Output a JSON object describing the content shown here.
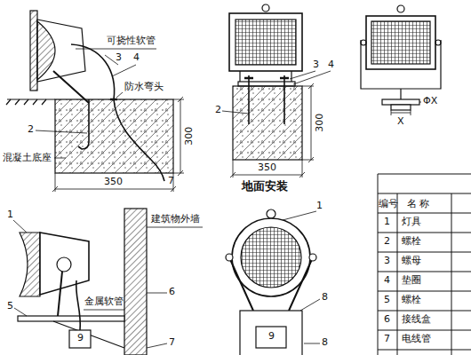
{
  "diagram": {
    "labels": [
      "可挠性软管",
      "3",
      "4",
      "防水弯头",
      "2",
      "混凝土底座",
      "300",
      "350",
      "7",
      "3",
      "4",
      "2",
      "300",
      "350",
      "地面安装",
      "ΦX",
      "X",
      "1",
      "建筑物外墙",
      "6",
      "5",
      "金属软管",
      "9",
      "7",
      "1",
      "8",
      "9",
      "8",
      "编号",
      "名 称",
      "1",
      "灯具",
      "2",
      "螺栓",
      "3",
      "螺母",
      "4",
      "垫圈",
      "5",
      "螺栓",
      "6",
      "接线盒",
      "7",
      "电线管"
    ]
  }
}
